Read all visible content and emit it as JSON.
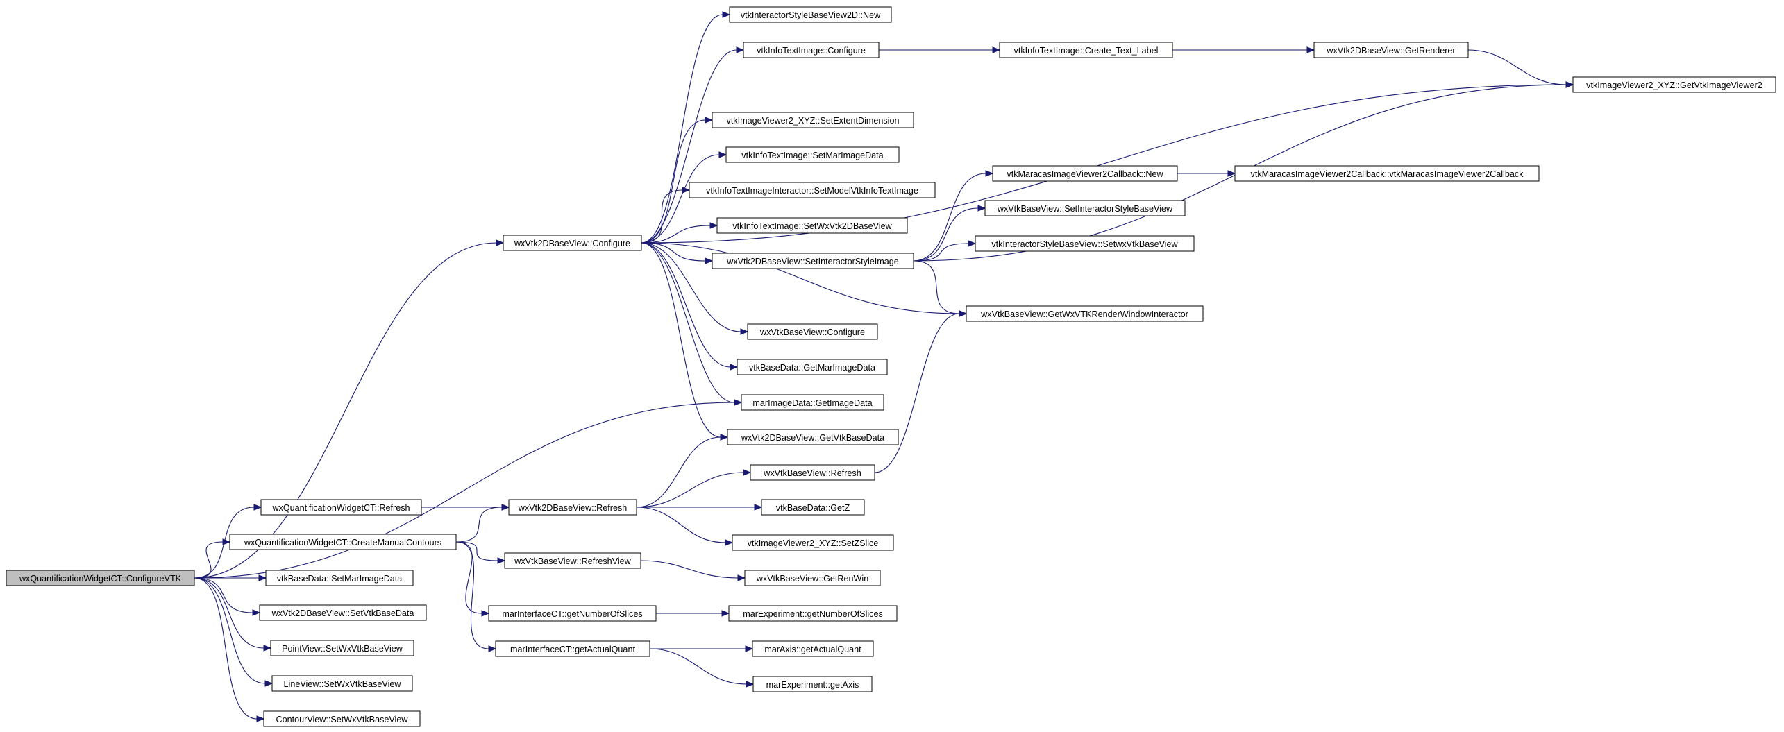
{
  "graph": {
    "type": "call-graph",
    "root": "n_configurevtk",
    "colors": {
      "edge": "#191970",
      "node_fill": "#ffffff",
      "root_fill": "#bfbfbf",
      "border": "#000000"
    },
    "nodes": [
      {
        "id": "n_configurevtk",
        "label": "wxQuantificationWidgetCT::ConfigureVTK"
      },
      {
        "id": "n_v2d_configure",
        "label": "wxVtk2DBaseView::Configure"
      },
      {
        "id": "n_qw_refresh",
        "label": "wxQuantificationWidgetCT::Refresh"
      },
      {
        "id": "n_qw_createmanual",
        "label": "wxQuantificationWidgetCT::CreateManualContours"
      },
      {
        "id": "n_bd_setmarimage",
        "label": "vtkBaseData::SetMarImageData"
      },
      {
        "id": "n_v2d_setvtkbasedata",
        "label": "wxVtk2DBaseView::SetVtkBaseData"
      },
      {
        "id": "n_point_setwx",
        "label": "PointView::SetWxVtkBaseView"
      },
      {
        "id": "n_line_setwx",
        "label": "LineView::SetWxVtkBaseView"
      },
      {
        "id": "n_contour_setwx",
        "label": "ContourView::SetWxVtkBaseView"
      },
      {
        "id": "n_style2d_new",
        "label": "vtkInteractorStyleBaseView2D::New"
      },
      {
        "id": "n_info_configure",
        "label": "vtkInfoTextImage::Configure"
      },
      {
        "id": "n_info_createlabel",
        "label": "vtkInfoTextImage::Create_Text_Label"
      },
      {
        "id": "n_v2d_getrenderer",
        "label": "wxVtk2DBaseView::GetRenderer"
      },
      {
        "id": "n_iv2_getvtkimageviewer2",
        "label": "vtkImageViewer2_XYZ::GetVtkImageViewer2"
      },
      {
        "id": "n_iv2_setextent",
        "label": "vtkImageViewer2_XYZ::SetExtentDimension"
      },
      {
        "id": "n_info_setmarimage",
        "label": "vtkInfoTextImage::SetMarImageData"
      },
      {
        "id": "n_infointer_setmodel",
        "label": "vtkInfoTextImageInteractor::SetModelVtkInfoTextImage"
      },
      {
        "id": "n_info_setwxvtk2d",
        "label": "vtkInfoTextImage::SetWxVtk2DBaseView"
      },
      {
        "id": "n_v2d_setinteractorstyle",
        "label": "wxVtk2DBaseView::SetInteractorStyleImage"
      },
      {
        "id": "n_maracas_new",
        "label": "vtkMaracasImageViewer2Callback::New"
      },
      {
        "id": "n_maracas_ctor",
        "label": "vtkMaracasImageViewer2Callback::vtkMaracasImageViewer2Callback"
      },
      {
        "id": "n_vb_setinteractorstyle",
        "label": "wxVtkBaseView::SetInteractorStyleBaseView"
      },
      {
        "id": "n_isb_setwx",
        "label": "vtkInteractorStyleBaseView::SetwxVtkBaseView"
      },
      {
        "id": "n_vb_getrenderwindowinteractor",
        "label": "wxVtkBaseView::GetWxVTKRenderWindowInteractor"
      },
      {
        "id": "n_vb_configure",
        "label": "wxVtkBaseView::Configure"
      },
      {
        "id": "n_bd_getmarimage",
        "label": "vtkBaseData::GetMarImageData"
      },
      {
        "id": "n_mar_getimagedata",
        "label": "marImageData::GetImageData"
      },
      {
        "id": "n_v2d_getvtkbasedata",
        "label": "wxVtk2DBaseView::GetVtkBaseData"
      },
      {
        "id": "n_vb_refresh",
        "label": "wxVtkBaseView::Refresh"
      },
      {
        "id": "n_v2d_refresh",
        "label": "wxVtk2DBaseView::Refresh"
      },
      {
        "id": "n_bd_getz",
        "label": "vtkBaseData::GetZ"
      },
      {
        "id": "n_iv2_setzslice",
        "label": "vtkImageViewer2_XYZ::SetZSlice"
      },
      {
        "id": "n_vb_refreshview",
        "label": "wxVtkBaseView::RefreshView"
      },
      {
        "id": "n_vb_getrenwin",
        "label": "wxVtkBaseView::GetRenWin"
      },
      {
        "id": "n_mic_getnumslices",
        "label": "marInterfaceCT::getNumberOfSlices"
      },
      {
        "id": "n_exp_getnumslices",
        "label": "marExperiment::getNumberOfSlices"
      },
      {
        "id": "n_mic_getactualquant",
        "label": "marInterfaceCT::getActualQuant"
      },
      {
        "id": "n_axis_getactualquant",
        "label": "marAxis::getActualQuant"
      },
      {
        "id": "n_exp_getaxis",
        "label": "marExperiment::getAxis"
      }
    ],
    "edges": [
      [
        "n_configurevtk",
        "n_v2d_configure"
      ],
      [
        "n_configurevtk",
        "n_mar_getimagedata"
      ],
      [
        "n_configurevtk",
        "n_qw_refresh"
      ],
      [
        "n_configurevtk",
        "n_qw_createmanual"
      ],
      [
        "n_configurevtk",
        "n_bd_setmarimage"
      ],
      [
        "n_configurevtk",
        "n_v2d_setvtkbasedata"
      ],
      [
        "n_configurevtk",
        "n_point_setwx"
      ],
      [
        "n_configurevtk",
        "n_line_setwx"
      ],
      [
        "n_configurevtk",
        "n_contour_setwx"
      ],
      [
        "n_v2d_configure",
        "n_style2d_new"
      ],
      [
        "n_v2d_configure",
        "n_info_configure"
      ],
      [
        "n_v2d_configure",
        "n_iv2_getvtkimageviewer2"
      ],
      [
        "n_v2d_configure",
        "n_iv2_setextent"
      ],
      [
        "n_v2d_configure",
        "n_info_setmarimage"
      ],
      [
        "n_v2d_configure",
        "n_infointer_setmodel"
      ],
      [
        "n_v2d_configure",
        "n_info_setwxvtk2d"
      ],
      [
        "n_v2d_configure",
        "n_v2d_setinteractorstyle"
      ],
      [
        "n_v2d_configure",
        "n_vb_getrenderwindowinteractor"
      ],
      [
        "n_v2d_configure",
        "n_vb_configure"
      ],
      [
        "n_v2d_configure",
        "n_bd_getmarimage"
      ],
      [
        "n_v2d_configure",
        "n_mar_getimagedata"
      ],
      [
        "n_v2d_configure",
        "n_v2d_getvtkbasedata"
      ],
      [
        "n_info_configure",
        "n_info_createlabel"
      ],
      [
        "n_info_createlabel",
        "n_v2d_getrenderer"
      ],
      [
        "n_v2d_getrenderer",
        "n_iv2_getvtkimageviewer2"
      ],
      [
        "n_v2d_setinteractorstyle",
        "n_maracas_new"
      ],
      [
        "n_v2d_setinteractorstyle",
        "n_vb_setinteractorstyle"
      ],
      [
        "n_v2d_setinteractorstyle",
        "n_isb_setwx"
      ],
      [
        "n_v2d_setinteractorstyle",
        "n_iv2_getvtkimageviewer2"
      ],
      [
        "n_v2d_setinteractorstyle",
        "n_vb_getrenderwindowinteractor"
      ],
      [
        "n_maracas_new",
        "n_maracas_ctor"
      ],
      [
        "n_qw_refresh",
        "n_v2d_refresh"
      ],
      [
        "n_qw_createmanual",
        "n_v2d_refresh"
      ],
      [
        "n_qw_createmanual",
        "n_vb_refreshview"
      ],
      [
        "n_qw_createmanual",
        "n_mic_getnumslices"
      ],
      [
        "n_qw_createmanual",
        "n_mic_getactualquant"
      ],
      [
        "n_v2d_refresh",
        "n_v2d_getvtkbasedata"
      ],
      [
        "n_v2d_refresh",
        "n_vb_refresh"
      ],
      [
        "n_v2d_refresh",
        "n_bd_getz"
      ],
      [
        "n_v2d_refresh",
        "n_iv2_setzslice"
      ],
      [
        "n_vb_refresh",
        "n_vb_getrenderwindowinteractor"
      ],
      [
        "n_vb_refreshview",
        "n_vb_getrenwin"
      ],
      [
        "n_mic_getnumslices",
        "n_exp_getnumslices"
      ],
      [
        "n_mic_getactualquant",
        "n_axis_getactualquant"
      ],
      [
        "n_mic_getactualquant",
        "n_exp_getaxis"
      ]
    ]
  }
}
